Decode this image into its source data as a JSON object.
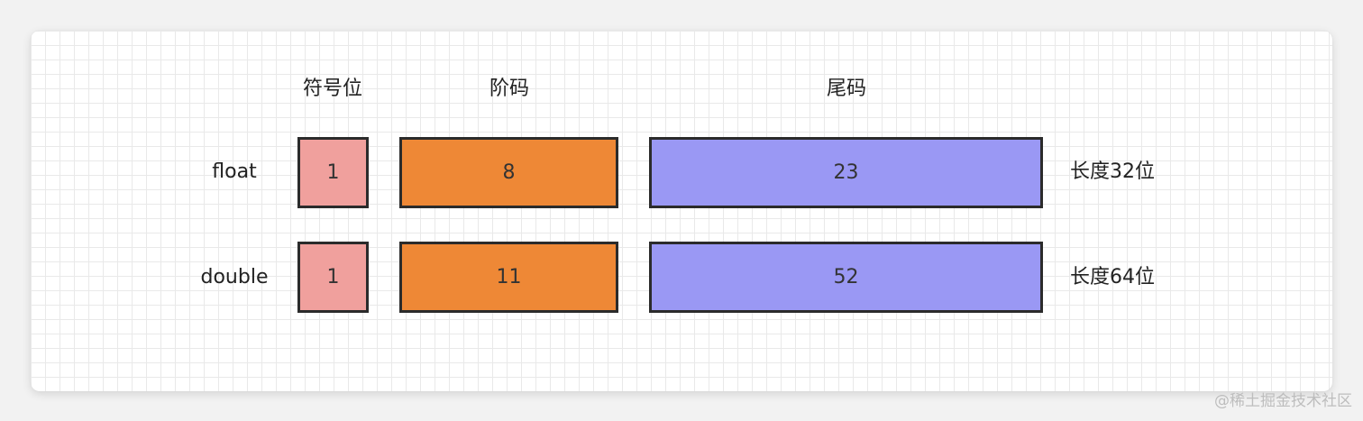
{
  "headers": {
    "sign": "符号位",
    "exponent": "阶码",
    "mantissa": "尾码"
  },
  "rows": [
    {
      "label": "float",
      "sign_bits": "1",
      "exponent_bits": "8",
      "mantissa_bits": "23",
      "length_label": "长度32位"
    },
    {
      "label": "double",
      "sign_bits": "1",
      "exponent_bits": "11",
      "mantissa_bits": "52",
      "length_label": "长度64位"
    }
  ],
  "watermark": "@稀土掘金技术社区",
  "colors": {
    "sign_fill": "#f0a09d",
    "exponent_fill": "#ee8836",
    "mantissa_fill": "#9a98f4",
    "border": "#2b2b2b"
  }
}
